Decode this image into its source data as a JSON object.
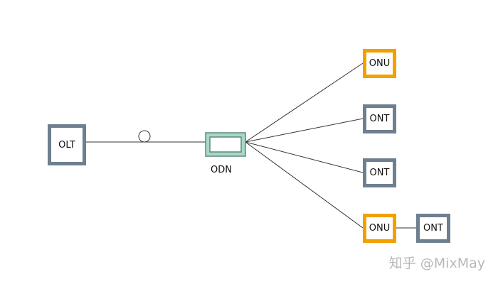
{
  "nodes": {
    "olt": "OLT",
    "odn": "ODN",
    "onu_top": "ONU",
    "ont_upper": "ONT",
    "ont_middle": "ONT",
    "onu_bottom": "ONU",
    "ont_chained": "ONT"
  },
  "colors": {
    "gray_border": "#6e7f8f",
    "orange_border": "#f2a000",
    "odn_fill": "#a8d8c8",
    "odn_border": "#5a8a78",
    "line": "#333333"
  },
  "watermark": "知乎 @MixMay"
}
